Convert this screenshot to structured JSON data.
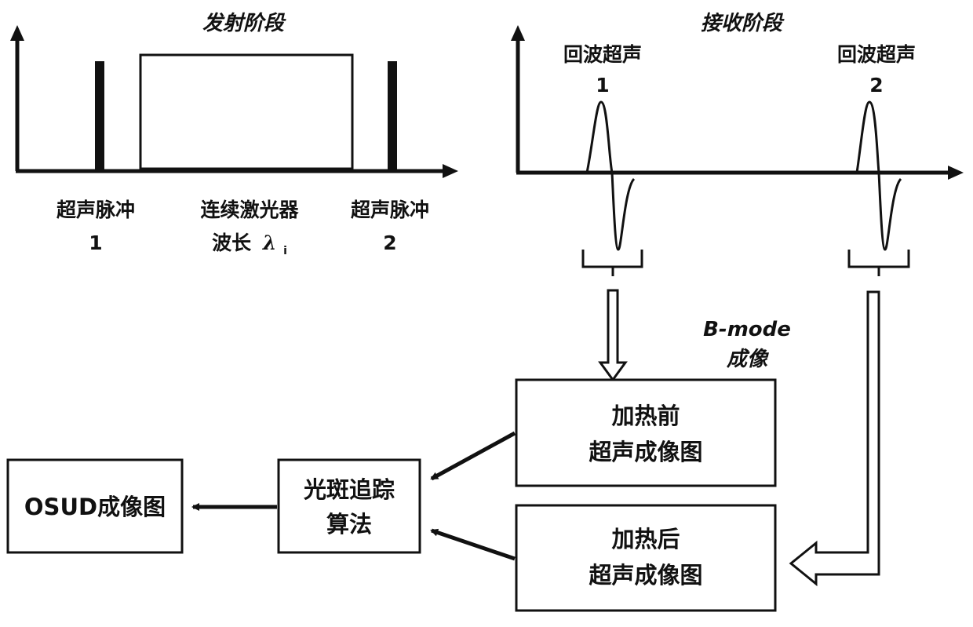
{
  "transmit": {
    "title": "发射阶段",
    "pulse1_line1": "超声脉冲",
    "pulse1_line2": "1",
    "laser_line1": "连续激光器",
    "laser_line2": "波长",
    "laser_symbol": "λ",
    "laser_subscript": "i",
    "pulse2_line1": "超声脉冲",
    "pulse2_line2": "2"
  },
  "receive": {
    "title": "接收阶段",
    "echo1_line1": "回波超声",
    "echo1_line2": "1",
    "echo2_line1": "回波超声",
    "echo2_line2": "2"
  },
  "bmode": {
    "line1": "B-mode",
    "line2": "成像"
  },
  "boxes": {
    "before_line1": "加热前",
    "before_line2": "超声成像图",
    "after_line1": "加热后",
    "after_line2": "超声成像图",
    "speckle_line1": "光斑追踪",
    "speckle_line2": "算法",
    "osud": "OSUD成像图"
  }
}
